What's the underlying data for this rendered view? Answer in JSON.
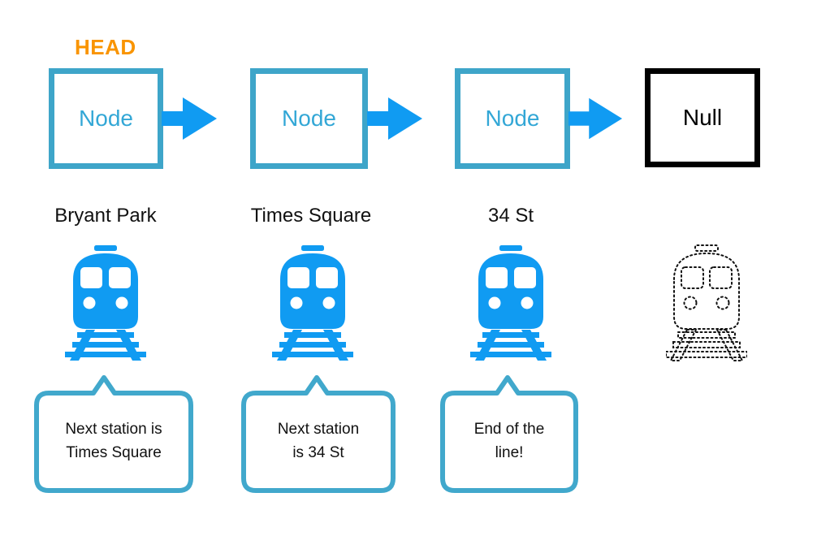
{
  "diagram": {
    "head_label": "HEAD",
    "nodes": [
      {
        "label": "Node"
      },
      {
        "label": "Node"
      },
      {
        "label": "Node"
      }
    ],
    "null_box": {
      "label": "Null"
    },
    "stations": [
      {
        "name": "Bryant Park"
      },
      {
        "name": "Times Square"
      },
      {
        "name": "34 St"
      }
    ],
    "bubbles": [
      {
        "line1": "Next station is",
        "line2": "Times Square"
      },
      {
        "line1": "Next station",
        "line2": "is 34 St"
      },
      {
        "line1": "End of the",
        "line2": "line!"
      }
    ],
    "icons": {
      "arrow": "arrow-right-icon",
      "train": "train-icon",
      "train_outline": "train-outline-icon"
    },
    "colors": {
      "node_border_teal": "#3EA5C9",
      "node_text_blue": "#33A7D6",
      "bright_blue": "#109BF2",
      "head_orange": "#F99400",
      "null_black": "#000000",
      "text_black": "#111111"
    }
  }
}
